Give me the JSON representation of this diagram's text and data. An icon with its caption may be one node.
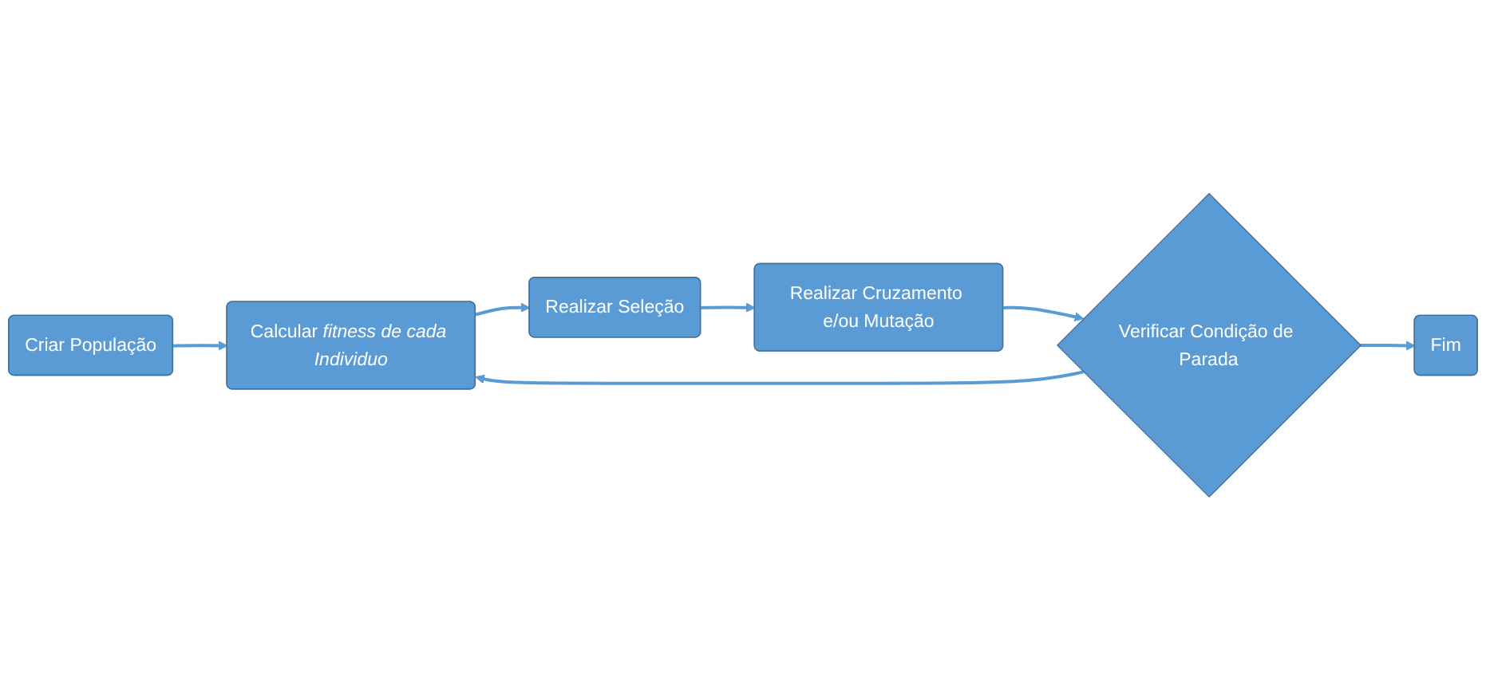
{
  "diagram": {
    "nodes": [
      {
        "text": [
          "Criar População"
        ]
      },
      {
        "text": [
          "Calcular *fitness de cada Individuo*"
        ]
      },
      {
        "text": [
          "Realizar Seleção"
        ]
      },
      {
        "text": [
          "Realizar Cruzamento e/ou Mutação"
        ]
      },
      {
        "text": [
          "Verificar Condição de Parada"
        ]
      },
      {
        "text": [
          "Fim"
        ]
      }
    ],
    "edges": [
      {
        "from": 0,
        "to": 1,
        "arrow": "to"
      },
      {
        "from": 1,
        "to": 2,
        "arrow": "to"
      },
      {
        "from": 2,
        "to": 3,
        "arrow": "to"
      },
      {
        "from": 3,
        "to": 4,
        "arrow": "to"
      },
      {
        "from": 4,
        "to": 1,
        "arrow": "to"
      },
      {
        "from": 4,
        "to": 5,
        "arrow": "to"
      }
    ]
  }
}
